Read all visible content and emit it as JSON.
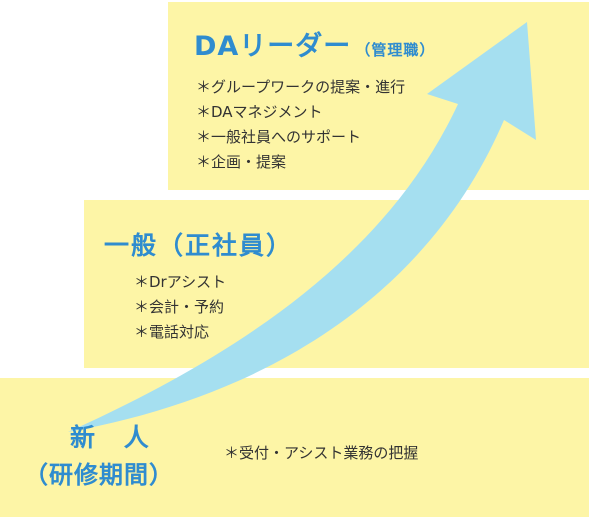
{
  "colors": {
    "box_fill": "#fdf5a6",
    "title_color": "#2f8ccf",
    "item_color": "#333333",
    "arrow_fill": "#a5dff0"
  },
  "levels": {
    "leader": {
      "title_main": "DAリーダー",
      "title_sub": "（管理職）",
      "items": [
        "＊グループワークの提案・進行",
        "＊DAマネジメント",
        "＊一般社員へのサポート",
        "＊企画・提案"
      ]
    },
    "general": {
      "title": "一般（正社員）",
      "items": [
        "＊Drアシスト",
        "＊会計・予約",
        "＊電話対応"
      ]
    },
    "newcomer": {
      "title_line1": "新 人",
      "title_line2": "（研修期間）",
      "items": [
        "＊受付・アシスト業務の把握"
      ]
    }
  }
}
